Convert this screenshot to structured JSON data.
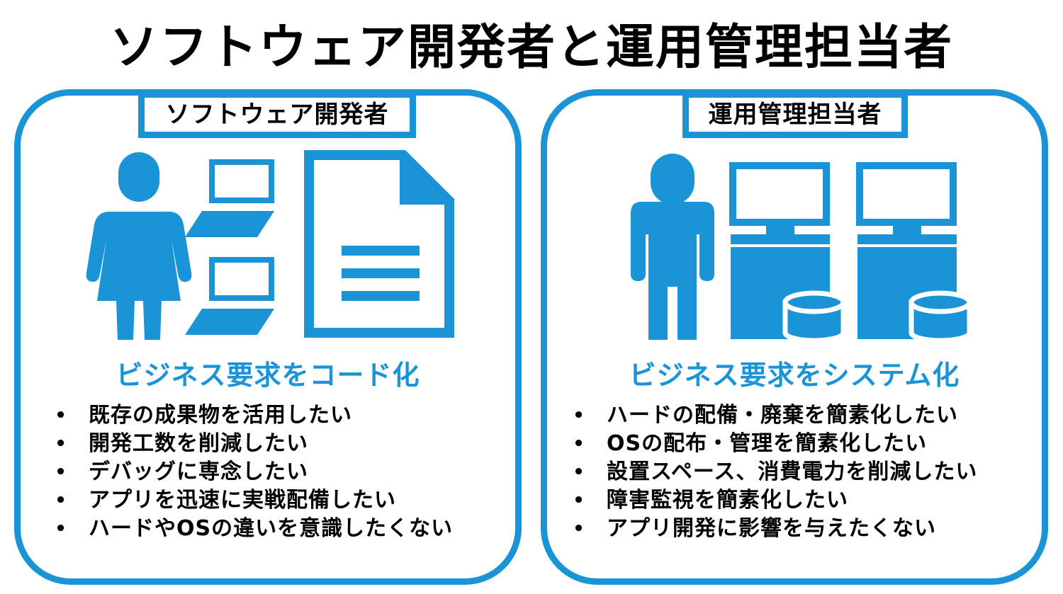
{
  "title": "ソフトウェア開発者と運用管理担当者",
  "colors": {
    "accent": "#1a94d6",
    "text": "#000000",
    "background": "#ffffff"
  },
  "developer": {
    "label": "ソフトウェア開発者",
    "icons": [
      "woman-icon",
      "laptop-icon",
      "laptop-icon",
      "document-icon"
    ],
    "subtitle": "ビジネス要求をコード化",
    "items": [
      "既存の成果物を活用したい",
      "開発工数を削減したい",
      "デバッグに専念したい",
      "アプリを迅速に実戦配備したい",
      "ハードやOSの違いを意識したくない"
    ]
  },
  "operator": {
    "label": "運用管理担当者",
    "icons": [
      "man-icon",
      "server-icon",
      "server-icon",
      "database-icon",
      "database-icon"
    ],
    "subtitle": "ビジネス要求をシステム化",
    "items": [
      "ハードの配備・廃棄を簡素化したい",
      "OSの配布・管理を簡素化したい",
      "設置スペース、消費電力を削減したい",
      "障害監視を簡素化したい",
      "アプリ開発に影響を与えたくない"
    ]
  },
  "bullet": "•"
}
